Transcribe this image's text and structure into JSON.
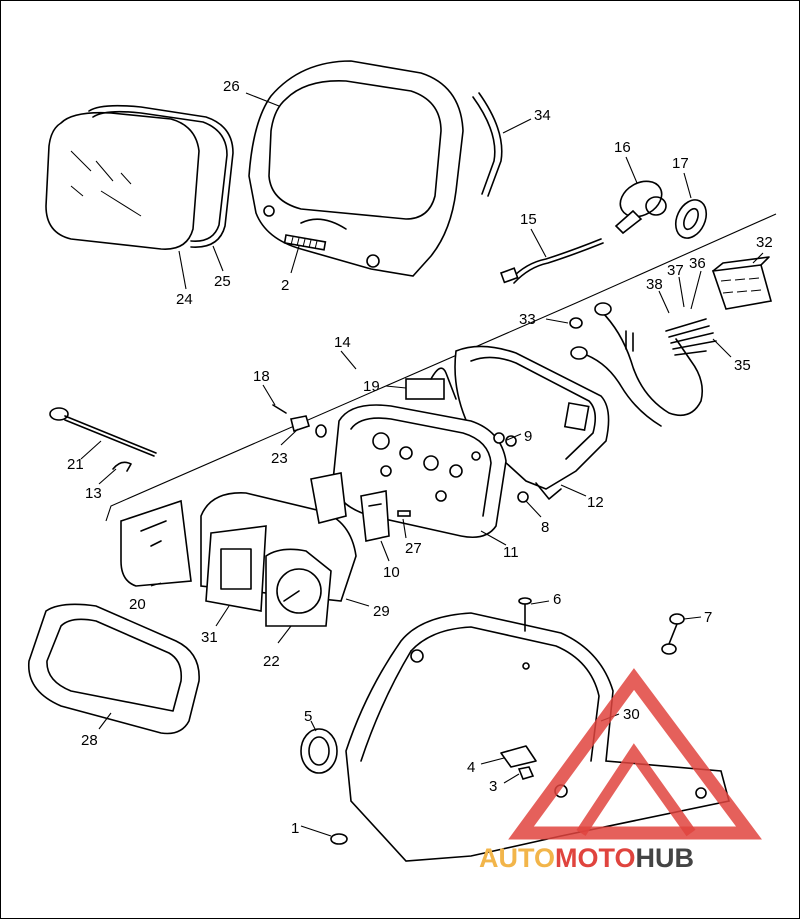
{
  "callouts": [
    {
      "id": "1",
      "label": "1"
    },
    {
      "id": "2",
      "label": "2"
    },
    {
      "id": "3",
      "label": "3"
    },
    {
      "id": "4",
      "label": "4"
    },
    {
      "id": "5",
      "label": "5"
    },
    {
      "id": "6",
      "label": "6"
    },
    {
      "id": "7",
      "label": "7"
    },
    {
      "id": "8",
      "label": "8"
    },
    {
      "id": "9",
      "label": "9"
    },
    {
      "id": "10",
      "label": "10"
    },
    {
      "id": "11",
      "label": "11"
    },
    {
      "id": "12",
      "label": "12"
    },
    {
      "id": "13",
      "label": "13"
    },
    {
      "id": "14",
      "label": "14"
    },
    {
      "id": "15",
      "label": "15"
    },
    {
      "id": "16",
      "label": "16"
    },
    {
      "id": "17",
      "label": "17"
    },
    {
      "id": "18",
      "label": "18"
    },
    {
      "id": "19",
      "label": "19"
    },
    {
      "id": "20",
      "label": "20"
    },
    {
      "id": "21",
      "label": "21"
    },
    {
      "id": "22",
      "label": "22"
    },
    {
      "id": "23",
      "label": "23"
    },
    {
      "id": "24",
      "label": "24"
    },
    {
      "id": "25",
      "label": "25"
    },
    {
      "id": "26",
      "label": "26"
    },
    {
      "id": "27",
      "label": "27"
    },
    {
      "id": "28",
      "label": "28"
    },
    {
      "id": "29",
      "label": "29"
    },
    {
      "id": "30",
      "label": "30"
    },
    {
      "id": "31",
      "label": "31"
    },
    {
      "id": "32",
      "label": "32"
    },
    {
      "id": "33",
      "label": "33"
    },
    {
      "id": "34",
      "label": "34"
    },
    {
      "id": "35",
      "label": "35"
    },
    {
      "id": "36",
      "label": "36"
    },
    {
      "id": "37",
      "label": "37"
    },
    {
      "id": "38",
      "label": "38"
    }
  ],
  "watermark": {
    "part1": "AUTO",
    "part2": "MOTO",
    "part3": "HUB",
    "colors": {
      "auto": "#f2b54a",
      "moto": "#e0443e",
      "hub": "#444444",
      "triangle": "#e0443e"
    }
  }
}
